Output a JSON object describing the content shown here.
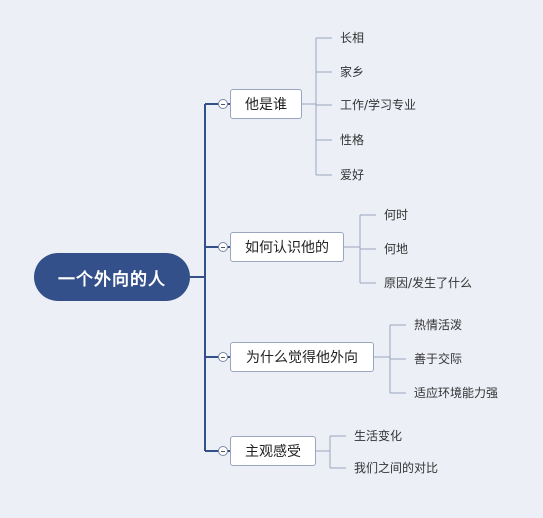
{
  "root": {
    "label": "一个外向的人"
  },
  "branches": [
    {
      "label": "他是谁",
      "leaves": [
        "长相",
        "家乡",
        "工作/学习专业",
        "性格",
        "爱好"
      ]
    },
    {
      "label": "如何认识他的",
      "leaves": [
        "何时",
        "何地",
        "原因/发生了什么"
      ]
    },
    {
      "label": "为什么觉得他外向",
      "leaves": [
        "热情活泼",
        "善于交际",
        "适应环境能力强"
      ]
    },
    {
      "label": "主观感受",
      "leaves": [
        "生活变化",
        "我们之间的对比"
      ]
    }
  ],
  "colors": {
    "root_fill": "#34508a",
    "line": "#34508a",
    "leaf_line": "#9aa6bf"
  }
}
